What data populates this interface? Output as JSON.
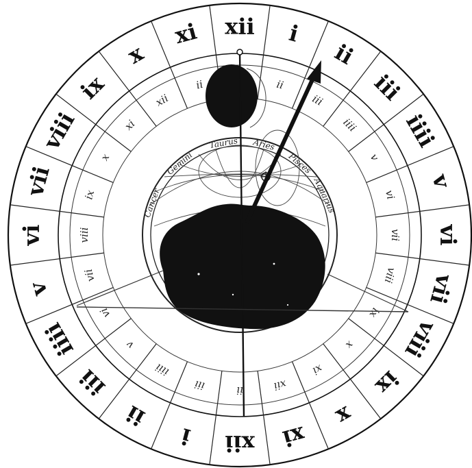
{
  "dial": {
    "outer_hours": [
      "I",
      "II",
      "III",
      "IIII",
      "V",
      "VI",
      "VII",
      "VIII",
      "IX",
      "X",
      "XI",
      "XII",
      "I",
      "II",
      "III",
      "IIII",
      "V",
      "VI",
      "VII",
      "VIII",
      "IX",
      "X",
      "XI",
      "XII"
    ],
    "outer_hours_display": [
      "i",
      "ii",
      "iii",
      "iiii",
      "v",
      "vi",
      "vii",
      "viii",
      "ix",
      "x",
      "xi",
      "xii",
      "i",
      "ii",
      "iii",
      "iiii",
      "v",
      "vi",
      "vii",
      "viii",
      "ix",
      "x",
      "xi",
      "xii"
    ],
    "inner_ring_text": [
      "ii",
      "iii",
      "iiii",
      "v",
      "vi",
      "vii",
      "viii",
      "ix",
      "x",
      "xi",
      "xii"
    ],
    "zodiac_labels": [
      "Taurus",
      "Aries",
      "Pisces",
      "Aquarius",
      "Cancer",
      "Gemini"
    ],
    "colors": {
      "ink": "#111111",
      "paper": "#ffffff"
    },
    "icons": [
      "moon-disc-icon",
      "earth-night-shape",
      "pointer-hand-icon",
      "star-ornament-icon"
    ]
  }
}
